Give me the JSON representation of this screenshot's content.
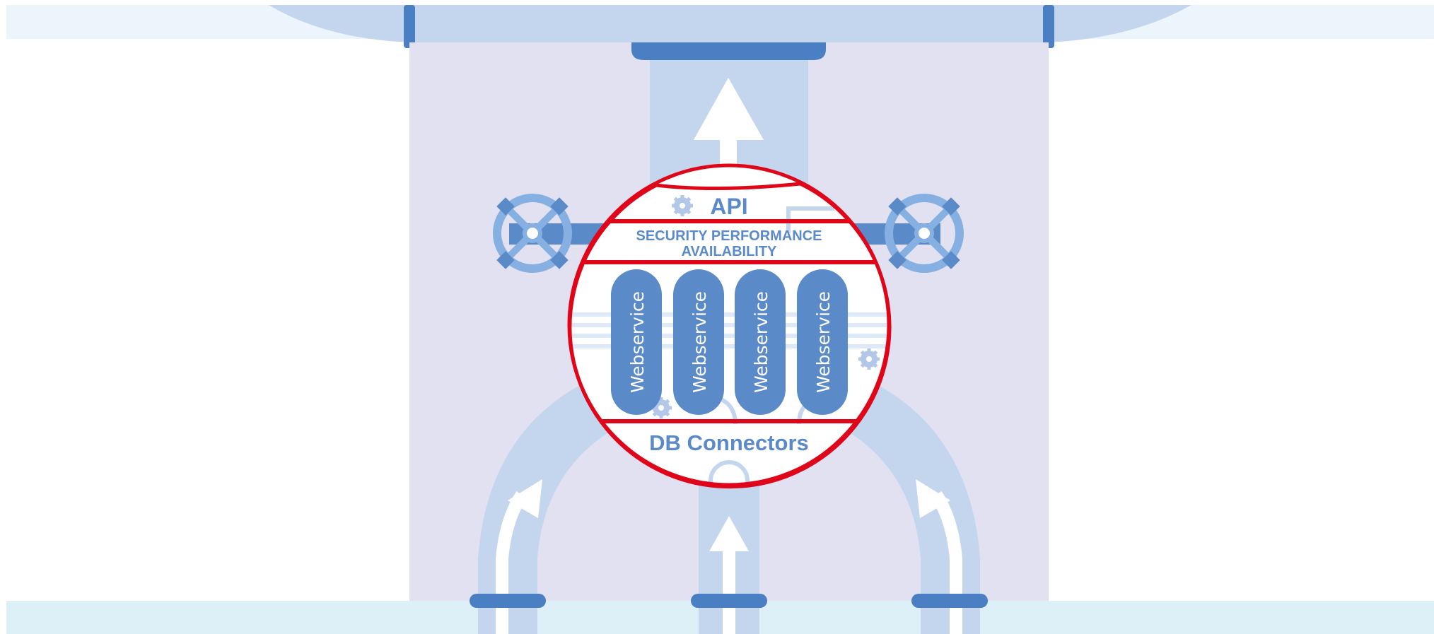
{
  "diagram": {
    "api_label": "API",
    "middleware_label_line1": "SECURITY PERFORMANCE",
    "middleware_label_line2": "AVAILABILITY",
    "db_label": "DB Connectors",
    "webservices": [
      "Webservice",
      "Webservice",
      "Webservice",
      "Webservice"
    ]
  },
  "colors": {
    "pipe_light": "#c4d6ee",
    "pipe_dark": "#4a7fc4",
    "band_light": "#ecf5fc",
    "band_bottom": "#ddf0f8",
    "column_bg": "#e2e1f1",
    "highlight_red": "#e0061a",
    "webservice_fill": "#5b8ac9"
  },
  "icons": [
    "gear-icon",
    "valve-wheel-icon",
    "arrow-up-icon"
  ]
}
